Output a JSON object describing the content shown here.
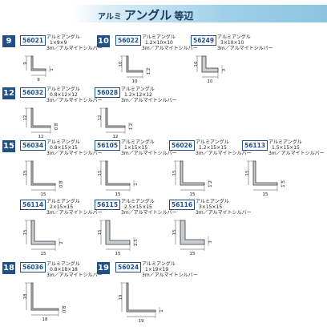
{
  "header": {
    "small": "アルミ",
    "title": "アングル",
    "suffix": "等辺"
  },
  "sections": [
    {
      "size": "9"
    },
    {
      "size": "10"
    },
    {
      "size": "12"
    },
    {
      "size": "15"
    },
    {
      "size": "18"
    },
    {
      "size": "19"
    }
  ],
  "items": [
    {
      "code": "56021",
      "name": "アルミアングル",
      "dims": "1×9×9",
      "finish": "3m／アルマイトシルバー",
      "leg": "9",
      "thk": "1"
    },
    {
      "code": "56022",
      "name": "アルミアングル",
      "dims": "1.2×10×10",
      "finish": "3m／アルマイトシルバー",
      "leg": "10",
      "thk": "1.2"
    },
    {
      "code": "56249",
      "name": "アルミアングル",
      "dims": "3×10×10",
      "finish": "3m／アルマイトシルバー",
      "leg": "10",
      "thk": "3"
    },
    {
      "code": "56032",
      "name": "アルミアングル",
      "dims": "0.8×12×12",
      "finish": "3m／アルマイトシルバー",
      "leg": "12",
      "thk": "0.8"
    },
    {
      "code": "56028",
      "name": "アルミアングル",
      "dims": "1.2×12×12",
      "finish": "3m／アルマイトシルバー",
      "leg": "12",
      "thk": "1.2"
    },
    {
      "code": "56034",
      "name": "アルミアングル",
      "dims": "0.8×15×15",
      "finish": "3m／アルマイトシルバー",
      "leg": "15",
      "thk": "0.8"
    },
    {
      "code": "56105",
      "name": "アルミアングル",
      "dims": "1×15×15",
      "finish": "3m／アルマイトシルバー",
      "leg": "15",
      "thk": "1"
    },
    {
      "code": "56026",
      "name": "アルミアングル",
      "dims": "1.2×15×15",
      "finish": "3m／アルマイトシルバー",
      "leg": "15",
      "thk": "1.2"
    },
    {
      "code": "56113",
      "name": "アルミアングル",
      "dims": "1.5×15×15",
      "finish": "3m／アルマイトシルバー",
      "leg": "15",
      "thk": "1.5"
    },
    {
      "code": "56114",
      "name": "アルミアングル",
      "dims": "2×15×15",
      "finish": "3m／アルマイトシルバー",
      "leg": "15",
      "thk": "2"
    },
    {
      "code": "56115",
      "name": "アルミアングル",
      "dims": "2.5×15×15",
      "finish": "3m／アルマイトシルバー",
      "leg": "15",
      "thk": "2.5"
    },
    {
      "code": "56116",
      "name": "アルミアングル",
      "dims": "3×15×15",
      "finish": "3m／アルマイトシルバー",
      "leg": "15",
      "thk": "3"
    },
    {
      "code": "56036",
      "name": "アルミアングル",
      "dims": "0.8×18×18",
      "finish": "3m／アルマイトシルバー",
      "leg": "18",
      "thk": "0.8"
    },
    {
      "code": "56024",
      "name": "アルミアングル",
      "dims": "1×19×19",
      "finish": "3m／アルマイトシルバー",
      "leg": "19",
      "thk": "1"
    }
  ]
}
